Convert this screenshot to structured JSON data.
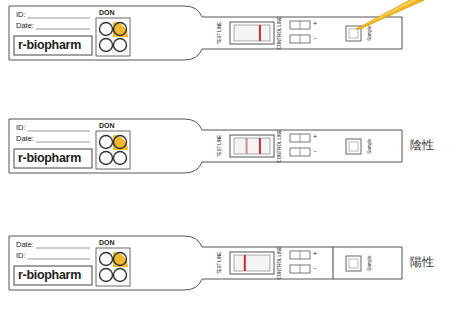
{
  "diagram": {
    "nodes": [
      {
        "text": [
          "ID:",
          "Date:",
          "DON",
          "r-biopharm",
          "TEST LINE",
          "CONTROL LINE",
          "+",
          "-",
          "Sample"
        ]
      },
      {
        "text": [
          "ID:",
          "Date:",
          "DON",
          "r-biopharm",
          "TEST LINE",
          "CONTROL LINE",
          "+",
          "-",
          "Sample"
        ]
      },
      {
        "text": [
          "Date:",
          "ID:",
          "DON",
          "r-biopharm",
          "TEST LINE",
          "CONTROL LINE",
          "+",
          "-",
          "Sample"
        ]
      }
    ],
    "edges": [],
    "labels": [
      "陰性",
      "陽性"
    ]
  }
}
